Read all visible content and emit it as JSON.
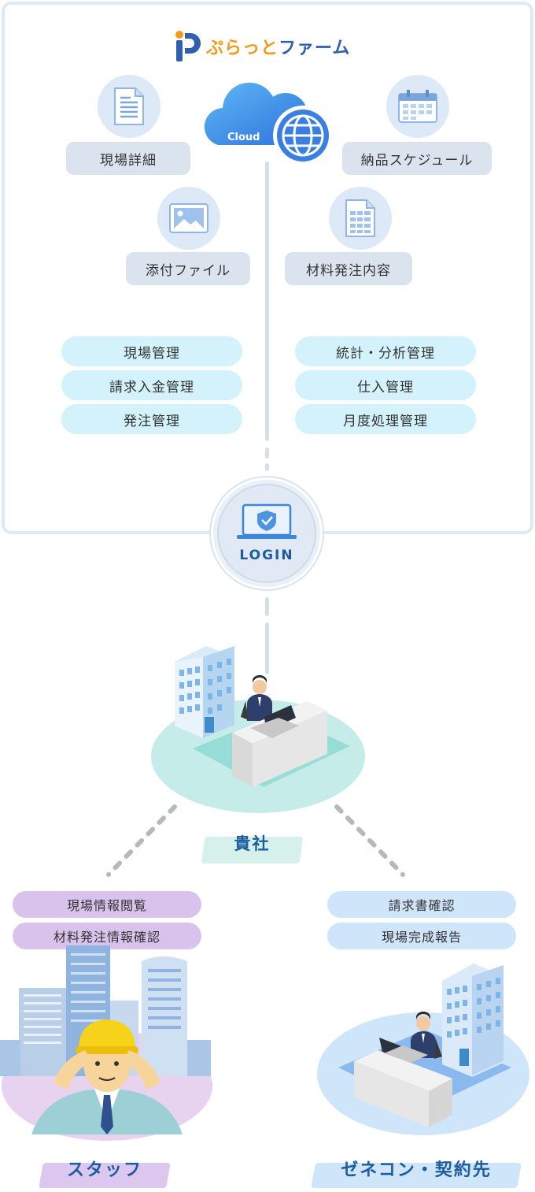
{
  "logo": {
    "text_part1": "ぷらっと",
    "text_part2": "ファーム"
  },
  "cloud": {
    "label": "Cloud"
  },
  "top_items": {
    "site_detail": "現場詳細",
    "attachment": "添付ファイル",
    "delivery_schedule": "納品スケジュール",
    "material_order": "材料発注内容"
  },
  "features_left": [
    "現場管理",
    "請求入金管理",
    "発注管理"
  ],
  "features_right": [
    "統計・分析管理",
    "仕入管理",
    "月度処理管理"
  ],
  "login": {
    "label": "LOGIN"
  },
  "company": {
    "label": "貴社"
  },
  "staff": {
    "items": [
      "現場情報閲覧",
      "材料発注情報確認"
    ],
    "label": "スタッフ"
  },
  "contractor": {
    "items": [
      "請求書確認",
      "現場完成報告"
    ],
    "label": "ゼネコン・契約先"
  },
  "colors": {
    "accent_blue": "#1d5c9f",
    "pill_gray": "#dbe4ee",
    "pill_cyan": "#d3f2fb",
    "pill_purple": "#d9c3ec",
    "pill_blue": "#cfe5fa"
  }
}
